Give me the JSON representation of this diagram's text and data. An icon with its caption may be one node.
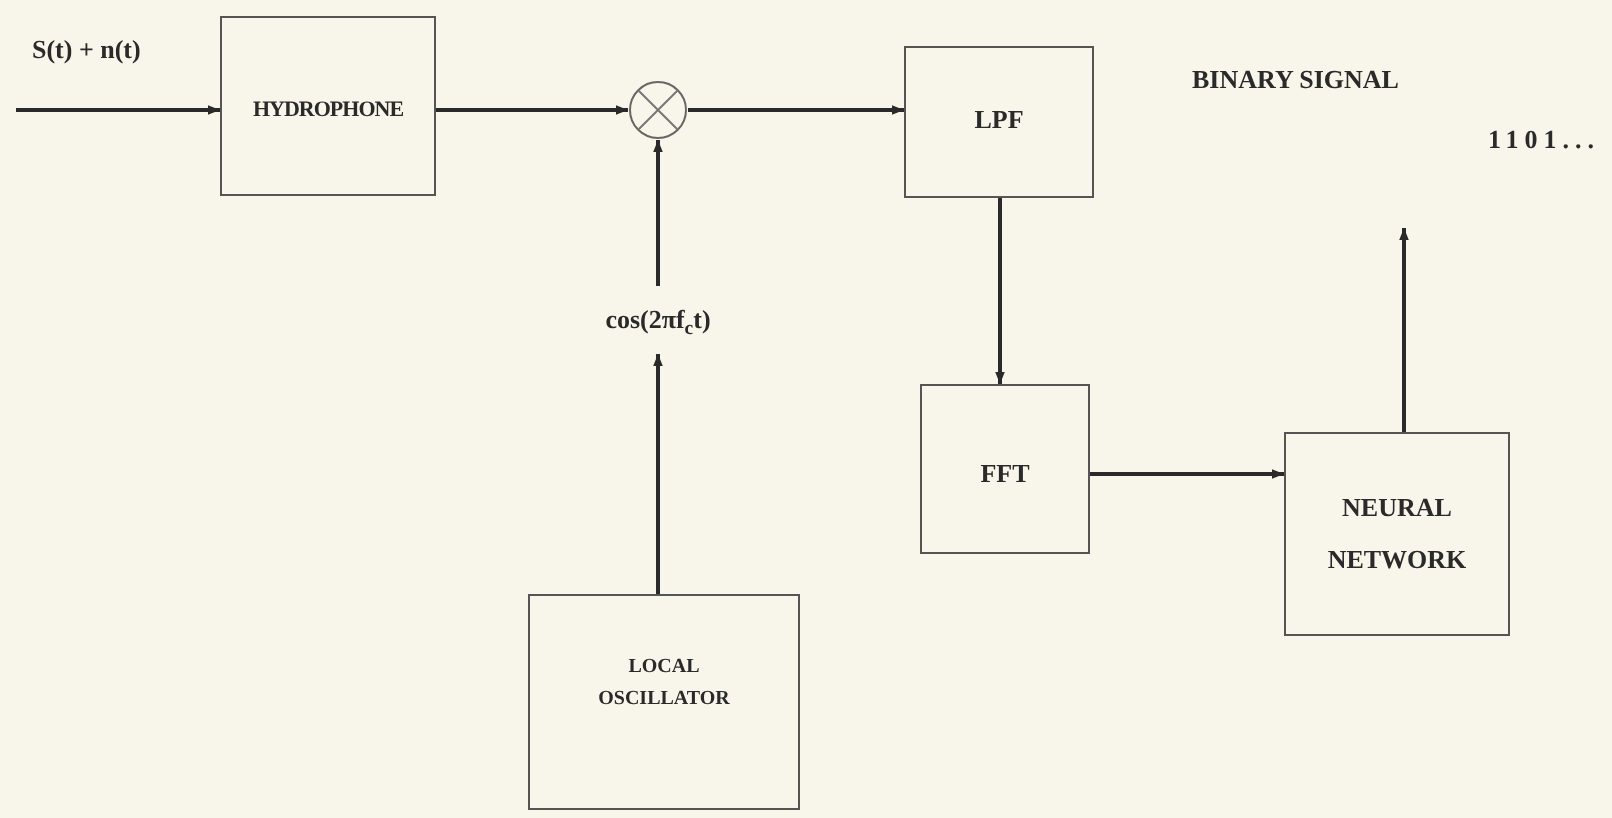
{
  "diagram": {
    "nodes": [
      {
        "text": [
          "HYDROPHONE"
        ]
      },
      {
        "text": [],
        "shape": "circle"
      },
      {
        "text": [
          "LPF"
        ]
      },
      {
        "text": [
          "FFT"
        ]
      },
      {
        "text": [
          "NEURAL NETWORK"
        ]
      },
      {
        "text": [
          "LOCAL OSCILLATOR"
        ]
      },
      {
        "text": [
          "cos(2πf$_{c}$t)"
        ]
      },
      {
        "text": [
          "BINARY SIGNAL",
          "1101..."
        ]
      }
    ],
    "edges": [
      {
        "from": null,
        "to": 0,
        "arrow": "to",
        "label": "S(t) + n(t)"
      },
      {
        "from": 0,
        "to": 1,
        "arrow": "to"
      },
      {
        "from": 1,
        "to": 2,
        "arrow": "to"
      },
      {
        "from": 2,
        "to": 3,
        "arrow": "to"
      },
      {
        "from": 3,
        "to": 4,
        "arrow": "to"
      },
      {
        "from": 5,
        "to": 6,
        "arrow": "to"
      },
      {
        "from": 6,
        "to": 1,
        "arrow": "to"
      },
      {
        "from": 4,
        "to": 7,
        "arrow": "to"
      }
    ]
  }
}
